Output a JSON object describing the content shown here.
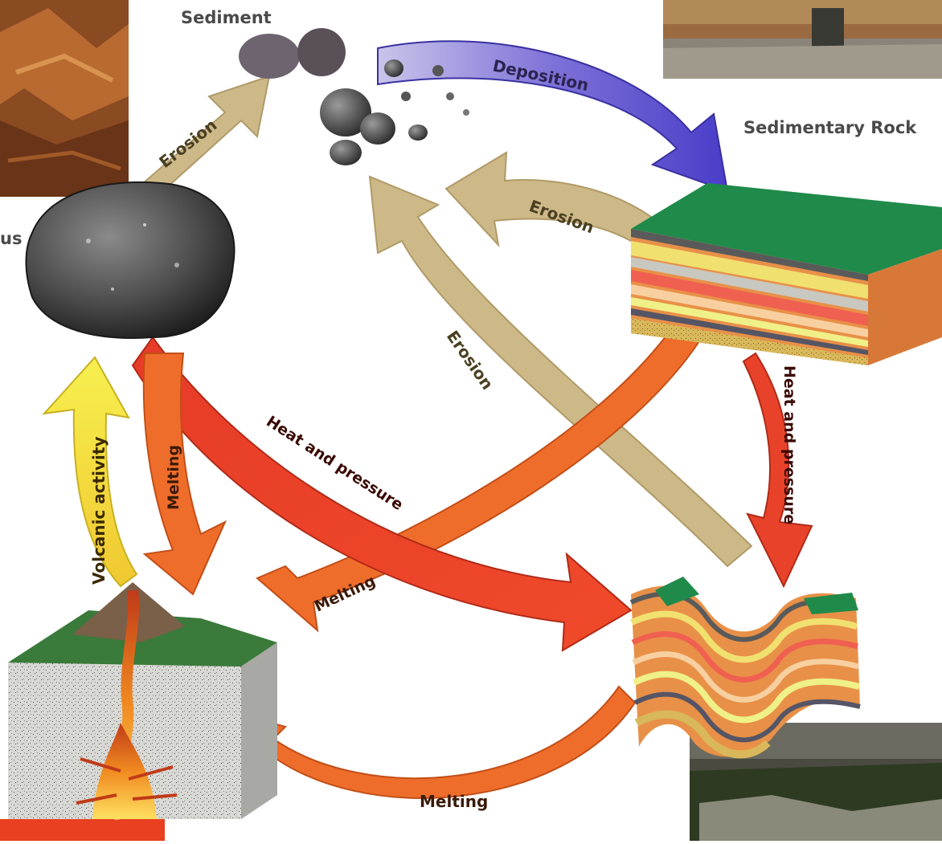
{
  "labels": {
    "sediment": "Sediment",
    "sedimentary_rock": "Sedimentary Rock",
    "igneous_partial": "us"
  },
  "arrows": {
    "erosion_1": "Erosion",
    "deposition": "Deposition",
    "erosion_2": "Erosion",
    "erosion_3": "Erosion",
    "volcanic": "Volcanic activity",
    "melting_1": "Melting",
    "heat_pressure_1": "Heat and pressure",
    "heat_pressure_2": "Heat and pressure",
    "melting_2": "Melting",
    "melting_3": "Melting"
  },
  "colors": {
    "erosion": "#cdb888",
    "deposition": "#6c5fcf",
    "heat": "#e8432a",
    "melting": "#ef6d2a",
    "volcanic": "#f4e23a"
  }
}
